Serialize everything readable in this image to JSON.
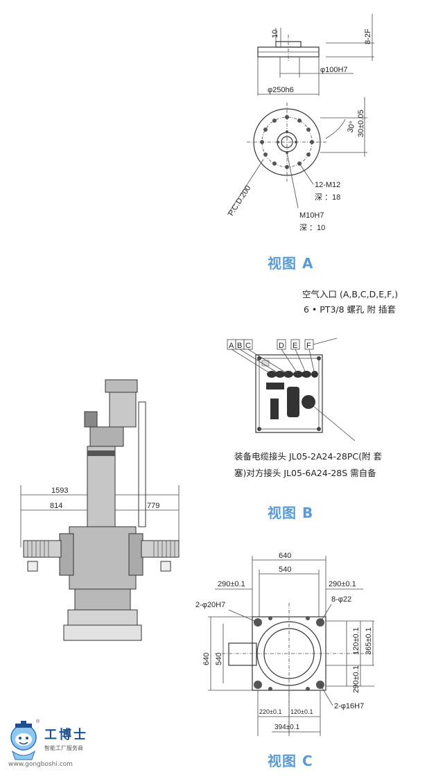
{
  "view_a": {
    "caption": "视图 A",
    "dims": {
      "d10": "10",
      "d8_2f": "8-2F",
      "d100h7": "φ100H7",
      "d250h6": "φ250h6",
      "d30": "30°",
      "d30_005": "30±0.05",
      "pcd": "P.C.D.200",
      "m12": "12-M12",
      "m12_depth": "深 ：18",
      "m10h7": "M10H7",
      "m10_depth": "深 ：10"
    }
  },
  "view_b": {
    "caption": "视图 B",
    "air_note_1": "空气入口 (A,B,C,D,E,F,)",
    "air_note_2": "6 • PT3/8 螺孔 附 插套",
    "letters": [
      "A",
      "B",
      "C",
      "D",
      "E",
      "F"
    ],
    "cable_note_1": "装备电缆接头 JL05-2A24-28PC(附 套",
    "cable_note_2": "塞)对方接头 JL05-6A24-28S 需自备"
  },
  "side_view": {
    "d1593": "1593",
    "d814": "814",
    "d779": "779"
  },
  "view_c": {
    "caption": "视图 C",
    "dims": {
      "d640_top": "640",
      "d540_top": "540",
      "d290_left": "290±0.1",
      "d290_right": "290±0.1",
      "d20h7": "2-φ20H7",
      "d22": "8-φ22",
      "d640_left": "640",
      "d540_left": "540",
      "d120_right": "120±0.1",
      "d365_right": "365±0.1",
      "d290_right_v": "290±0.1",
      "d16h7": "2-φ16H7",
      "d220_b1": "220±0.1",
      "d120_b2": "120±0.1",
      "d394": "394±0.1"
    }
  },
  "logo": {
    "name": "工博士",
    "tagline": "智能工厂服务商",
    "url": "www.gongboshi.com",
    "reg": "®"
  }
}
